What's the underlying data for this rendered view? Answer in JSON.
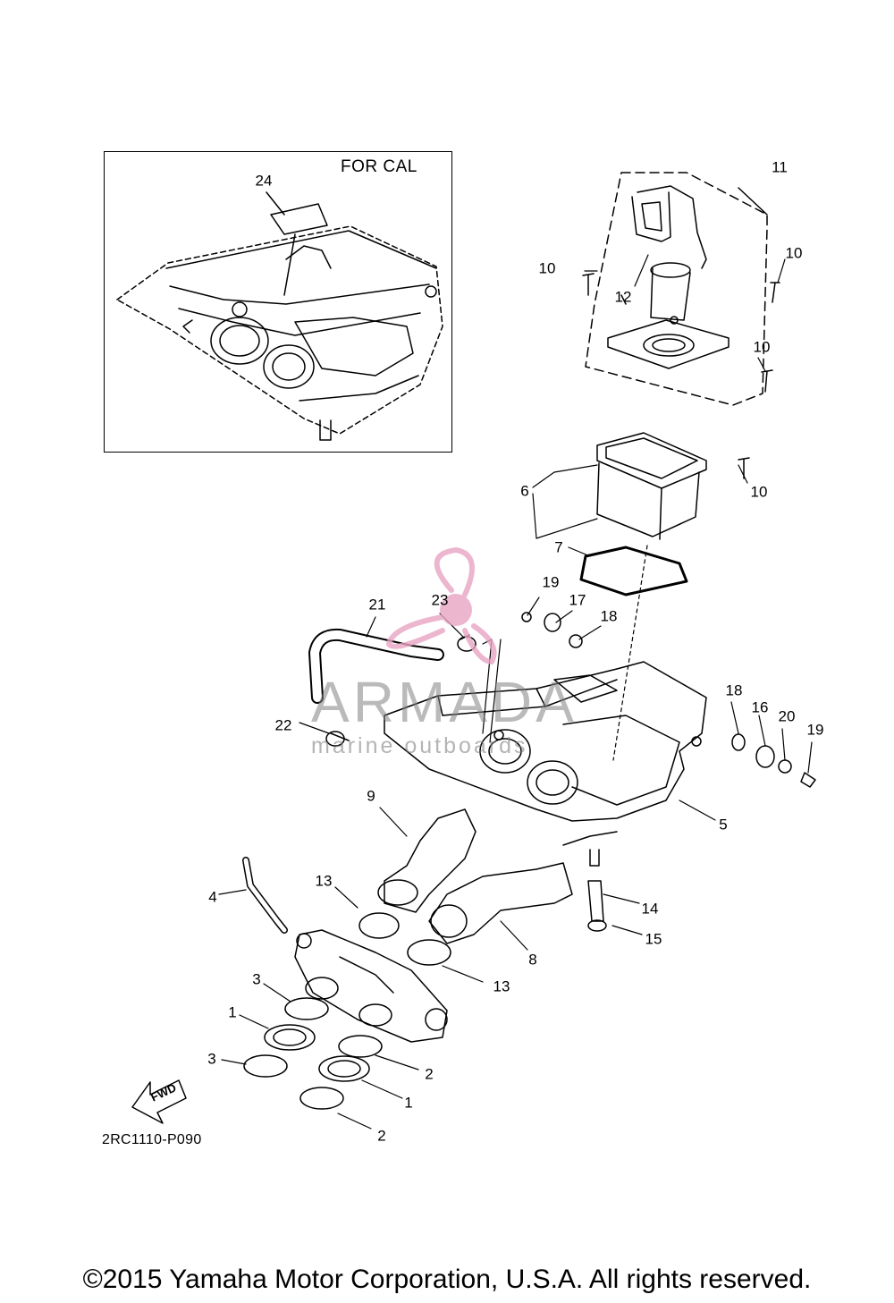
{
  "diagram": {
    "inset_label": "FOR CAL",
    "diagram_code": "2RC1110-P090",
    "fwd_label": "FWD",
    "copyright": "©2015 Yamaha Motor Corporation, U.S.A. All rights reserved."
  },
  "watermark": {
    "name": "ARMADA",
    "tagline": "marine outboards"
  },
  "callouts": {
    "c1a": "1",
    "c1b": "1",
    "c2a": "2",
    "c2b": "2",
    "c3a": "3",
    "c3b": "3",
    "c4": "4",
    "c5": "5",
    "c6": "6",
    "c7": "7",
    "c8": "8",
    "c9": "9",
    "c10a": "10",
    "c10b": "10",
    "c10c": "10",
    "c10d": "10",
    "c11": "11",
    "c12": "12",
    "c13a": "13",
    "c13b": "13",
    "c14": "14",
    "c15": "15",
    "c16": "16",
    "c17": "17",
    "c18a": "18",
    "c18b": "18",
    "c19a": "19",
    "c19b": "19",
    "c20": "20",
    "c21": "21",
    "c22": "22",
    "c23": "23",
    "c24": "24"
  },
  "colors": {
    "line": "#000000",
    "watermark_pink": "#e8a4c4",
    "watermark_grey": "#8a8a8a"
  }
}
